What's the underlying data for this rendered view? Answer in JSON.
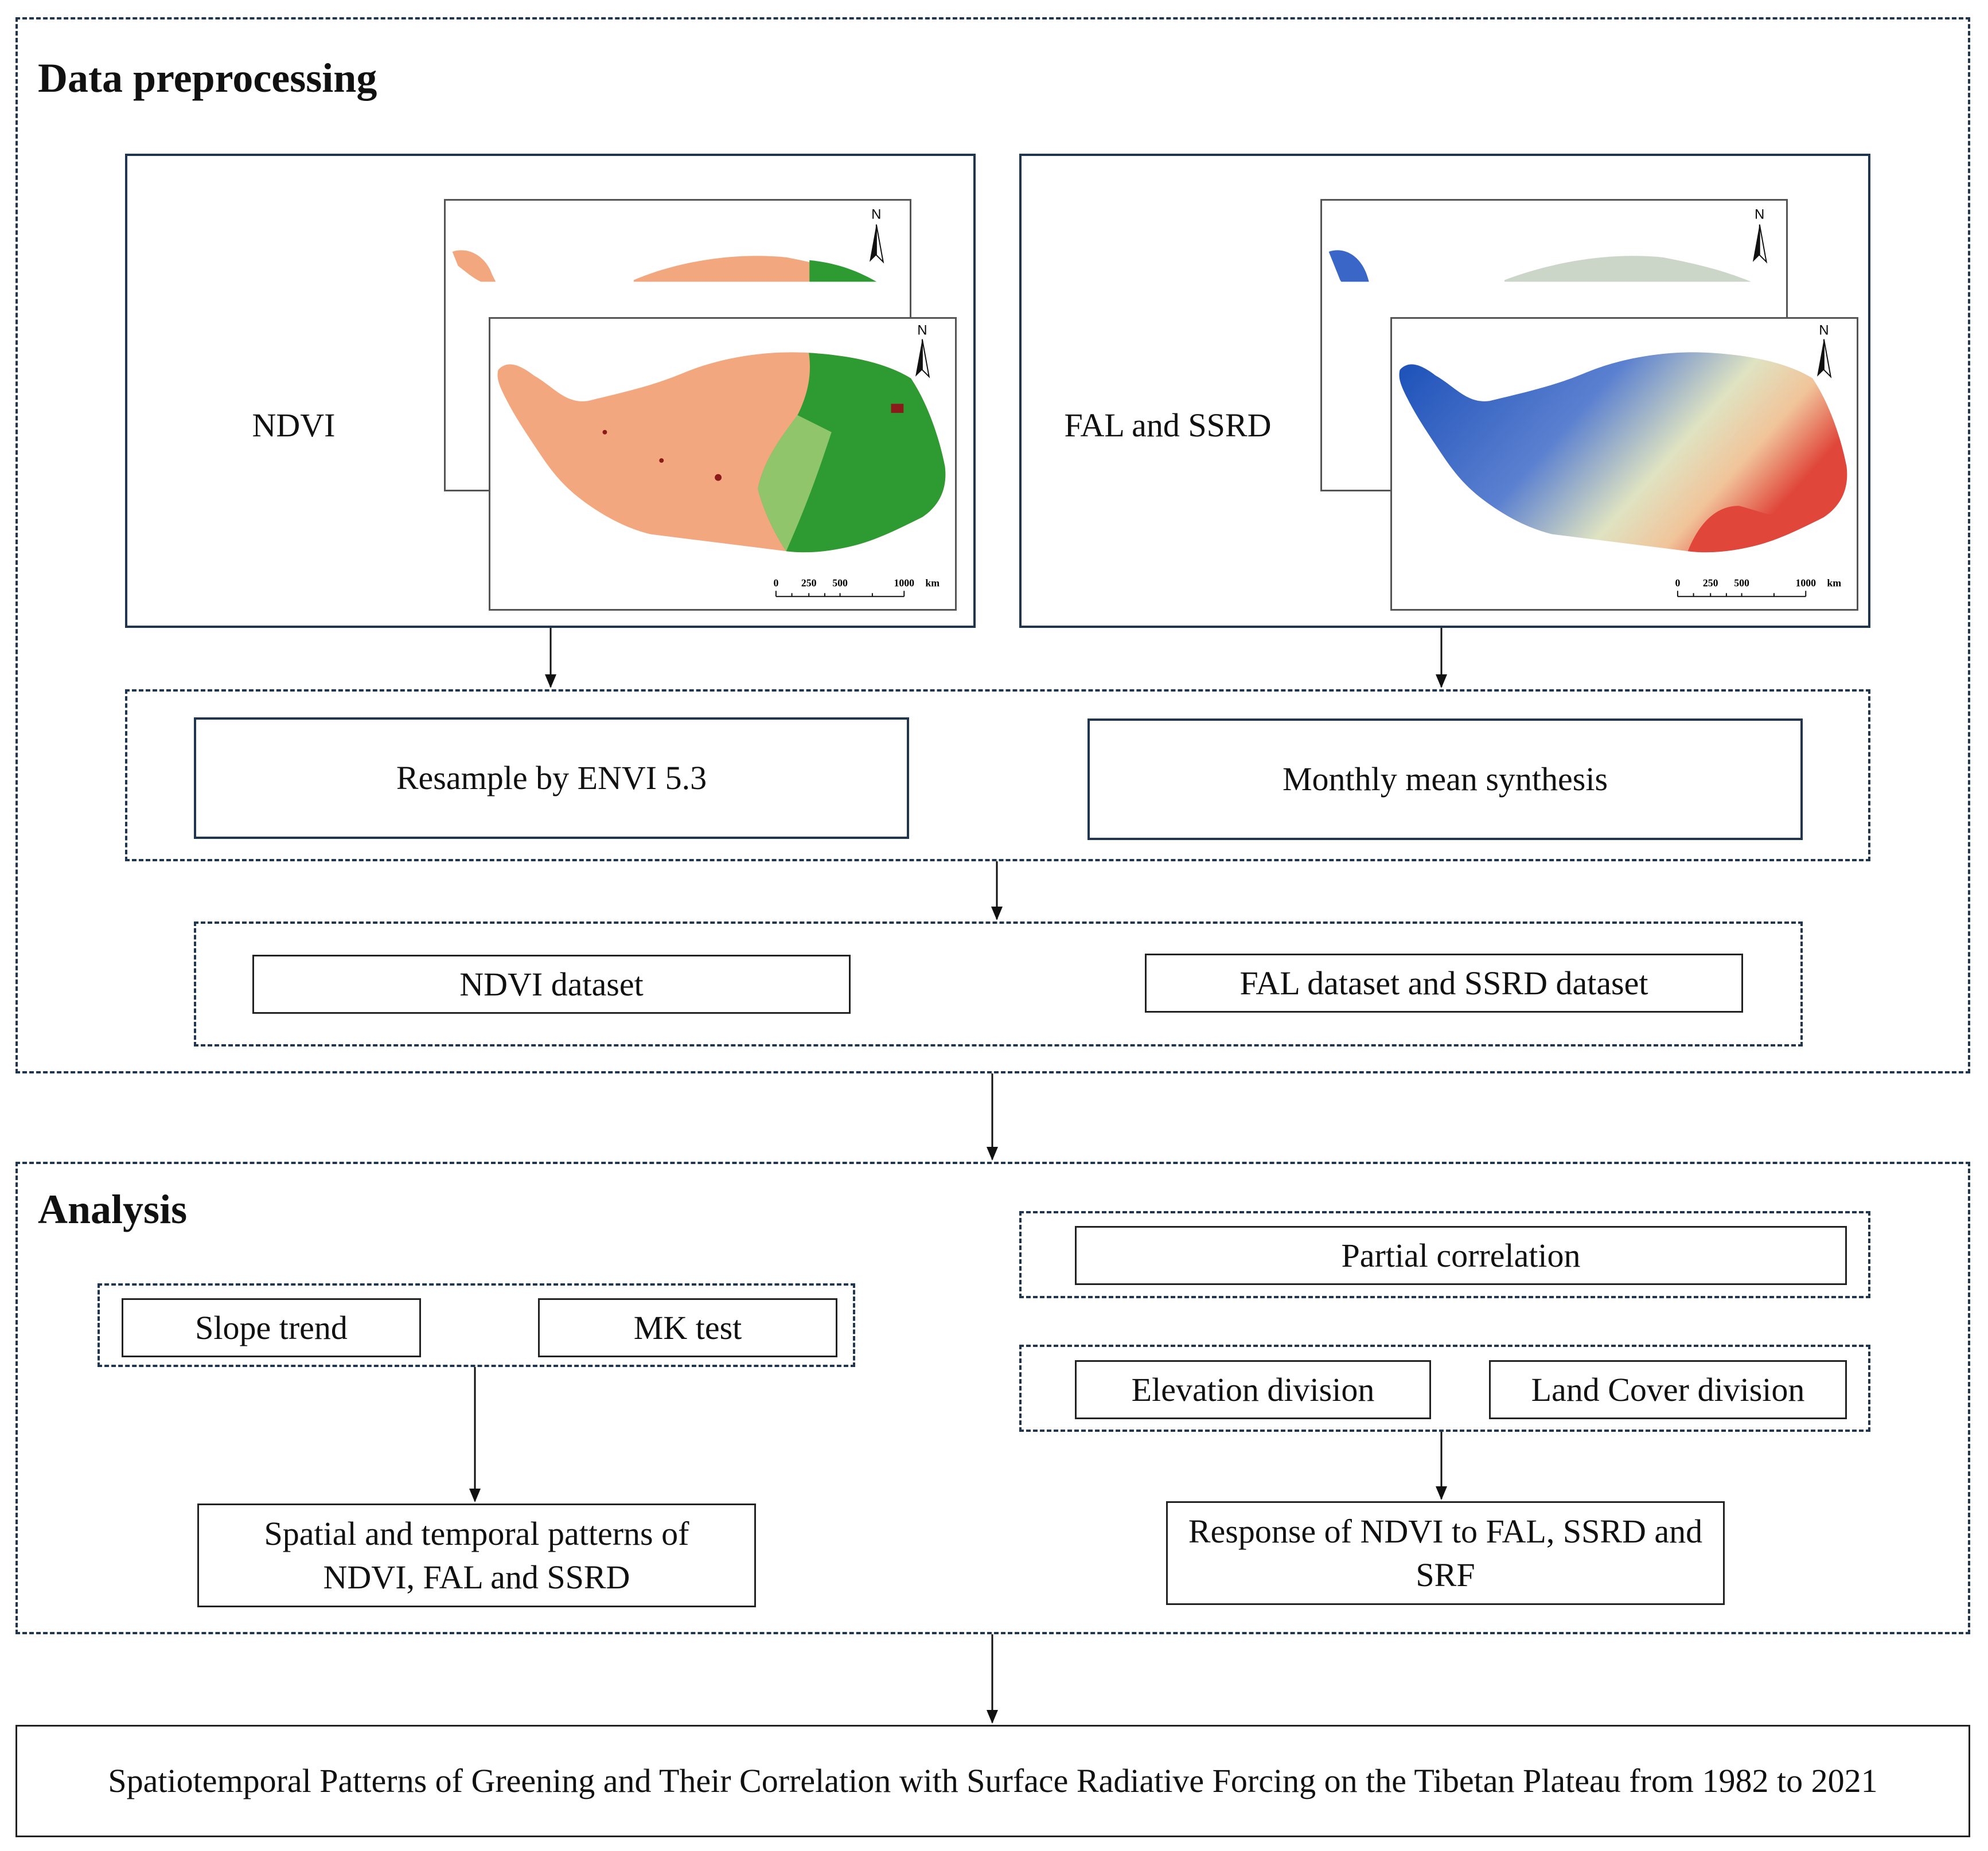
{
  "colors": {
    "navy": "#1f3550",
    "ndvi_arid": "#f3a77e",
    "ndvi_green": "#2e9a32",
    "fal_blue": "#3a66c8",
    "fal_red": "#e0463a"
  },
  "icons": [
    "north-arrow-icon",
    "scale-bar-icon"
  ],
  "preprocessing": {
    "title": "Data preprocessing",
    "inputs": {
      "ndvi_label": "NDVI",
      "fal_label": "FAL and SSRD"
    },
    "map": {
      "north": "N",
      "scale_0": "0",
      "scale_250": "250",
      "scale_500": "500",
      "scale_1000": "1000",
      "scale_unit": "km"
    },
    "steps": {
      "resample": "Resample by ENVI 5.3",
      "monthly": "Monthly mean synthesis"
    },
    "datasets": {
      "ndvi": "NDVI dataset",
      "fal": "FAL dataset and SSRD dataset"
    }
  },
  "analysis": {
    "title": "Analysis",
    "slope": "Slope trend",
    "mk": "MK test",
    "partial": "Partial correlation",
    "elevation": "Elevation division",
    "landcover": "Land Cover division",
    "patterns": "Spatial and temporal patterns of NDVI, FAL and SSRD",
    "response": "Response of NDVI to FAL, SSRD and SRF"
  },
  "final": "Spatiotemporal Patterns of Greening and Their Correlation with Surface Radiative Forcing on the Tibetan Plateau from 1982 to 2021"
}
